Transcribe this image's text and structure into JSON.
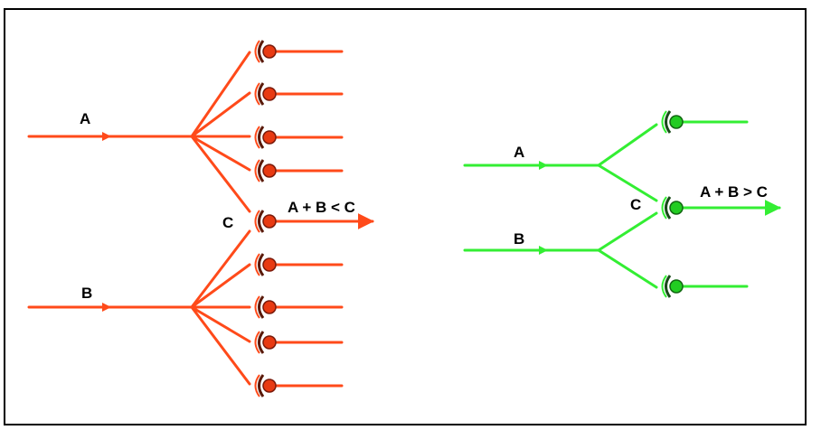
{
  "diagram": {
    "colors": {
      "red": "#ff4a1a",
      "red_node": "#e83a12",
      "green": "#33ee33",
      "green_node": "#22cc22",
      "frame": "#000000",
      "bracket": "#5a1a0a"
    },
    "left": {
      "label_a": "A",
      "label_b": "B",
      "label_c": "C",
      "relation": "A + B < C"
    },
    "right": {
      "label_a": "A",
      "label_b": "B",
      "label_c": "C",
      "relation": "A + B > C"
    }
  }
}
